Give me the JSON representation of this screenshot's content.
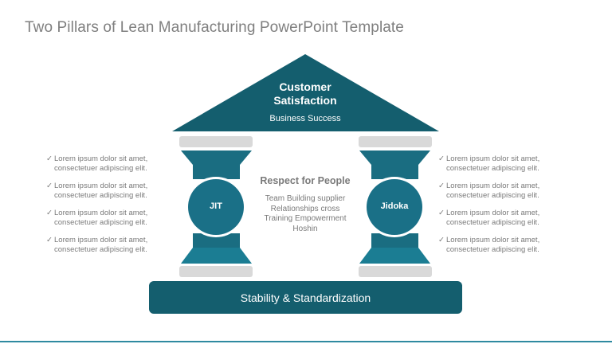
{
  "slide": {
    "title": "Two Pillars of Lean Manufacturing PowerPoint Template"
  },
  "roof": {
    "title_line1": "Customer",
    "title_line2": "Satisfaction",
    "subtitle": "Business Success"
  },
  "center": {
    "title": "Respect for People",
    "lines": [
      "Team Building supplier",
      "Relationships cross",
      "Training Empowerment",
      "Hoshin"
    ]
  },
  "pillars": {
    "left_label": "JIT",
    "right_label": "Jidoka"
  },
  "base": {
    "label": "Stability & Standardization"
  },
  "bullets": {
    "check_icon": "✓",
    "left": [
      {
        "line1": "Lorem ipsum dolor sit amet,",
        "line2": "consectetuer adipiscing elit."
      },
      {
        "line1": "Lorem ipsum dolor sit amet,",
        "line2": "consectetuer adipiscing elit."
      },
      {
        "line1": "Lorem ipsum dolor sit amet,",
        "line2": "consectetuer adipiscing elit."
      },
      {
        "line1": "Lorem ipsum dolor sit amet,",
        "line2": "consectetuer adipiscing elit."
      }
    ],
    "right": [
      {
        "line1": "Lorem ipsum dolor sit amet,",
        "line2": "consectetuer adipiscing elit."
      },
      {
        "line1": "Lorem ipsum dolor sit amet,",
        "line2": "consectetuer adipiscing elit."
      },
      {
        "line1": "Lorem ipsum dolor sit amet,",
        "line2": "consectetuer adipiscing elit."
      },
      {
        "line1": "Lorem ipsum dolor sit amet,",
        "line2": "consectetuer adipiscing elit."
      }
    ]
  },
  "colors": {
    "dark_teal": "#145e6e",
    "mid_teal": "#1b7d93",
    "circle_teal": "#1a7087",
    "light_gray": "#d9d9d9",
    "text_gray": "#7a7a7a",
    "accent_line": "#2f8aa0"
  }
}
